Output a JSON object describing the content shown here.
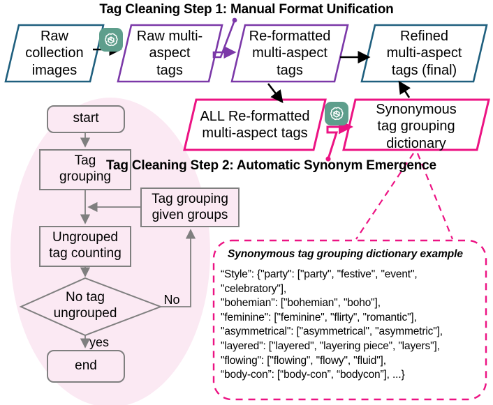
{
  "figure": {
    "step1_title": "Tag Cleaning Step 1: Manual Format Unification",
    "step2_title": "Tag Cleaning Step 2: Automatic Synonym Emergence"
  },
  "colors": {
    "teal_border": "#1f5f7e",
    "purple_border": "#7b38a8",
    "pink_border": "#ec1383",
    "gray_border": "#7f7f7f",
    "ellipse_fill": "#fbe9f3",
    "gpt_tile": "#5e9e8c",
    "text": "#000000",
    "arrow_black": "#000000"
  },
  "pipeline": {
    "step1_boxes": [
      {
        "id": "raw-collection-images",
        "text": "Raw\ncollection\nimages",
        "color": "teal"
      },
      {
        "id": "raw-multi-aspect-tags",
        "text": "Raw multi-\naspect\ntags",
        "color": "purple"
      },
      {
        "id": "re-formatted-multi-aspect-tags",
        "text": "Re-formatted\nmulti-aspect\ntags",
        "color": "purple"
      },
      {
        "id": "refined-multi-aspect-tags-final",
        "text": "Refined\nmulti-aspect\ntags (final)",
        "color": "teal"
      }
    ],
    "step2_boxes": [
      {
        "id": "all-re-formatted-multi-aspect-tags",
        "text": "ALL Re-formatted\nmulti-aspect tags",
        "color": "pink"
      },
      {
        "id": "synonymous-tag-grouping-dictionary",
        "text": "Synonymous\ntag grouping\ndictionary",
        "color": "pink"
      }
    ],
    "gpt_icons": [
      {
        "id": "gpt-icon-step1",
        "name": "openai-logo-icon"
      },
      {
        "id": "gpt-icon-step2",
        "name": "openai-logo-icon"
      }
    ]
  },
  "flowchart": {
    "nodes": [
      {
        "id": "start",
        "text": "start",
        "shape": "rounded"
      },
      {
        "id": "tag-grouping",
        "text": "Tag\ngrouping",
        "shape": "rect"
      },
      {
        "id": "tag-grouping-given-groups",
        "text": "Tag grouping\ngiven groups",
        "shape": "rect"
      },
      {
        "id": "ungrouped-tag-counting",
        "text": "Ungrouped\ntag counting",
        "shape": "rect"
      },
      {
        "id": "no-tag-ungrouped",
        "text": "No tag\nungrouped",
        "shape": "diamond"
      },
      {
        "id": "end",
        "text": "end",
        "shape": "rounded"
      }
    ],
    "edge_labels": [
      {
        "id": "edge-label-no",
        "text": "No"
      },
      {
        "id": "edge-label-yes",
        "text": "yes"
      }
    ]
  },
  "dictionary_example": {
    "title": "Synonymous tag grouping dictionary example",
    "body": "“Style”: {\"party\": [\"party\", \"festive\", \"event\",\n\"celebratory\"],\n\"bohemian\": [\"bohemian\", \"boho\"],\n\"feminine\": [\"feminine\", \"flirty\", \"romantic\"],\n\"asymmetrical\": [\"asymmetrical\", \"asymmetric\"],\n\"layered\": [\"layered\", \"layering piece\", \"layers\"],\n\"flowing\": [\"flowing\", \"flowy\", \"fluid\"],\n“body-con”: [“body-con”, “bodycon”], ...}"
  }
}
